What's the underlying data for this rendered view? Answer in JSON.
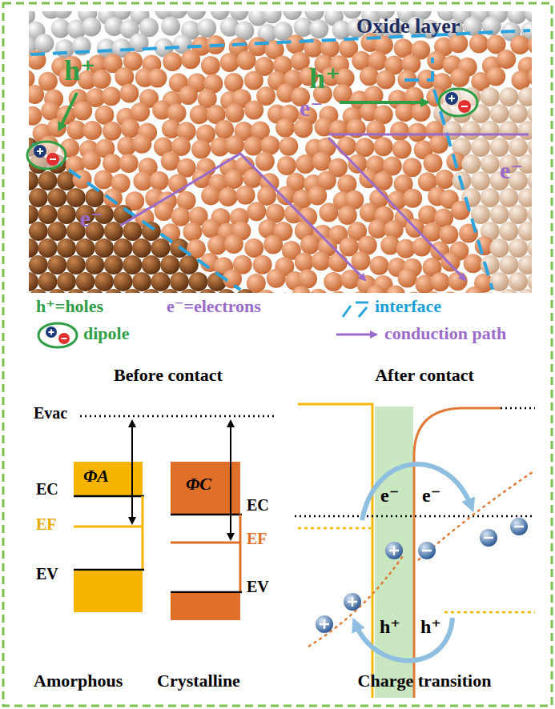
{
  "diagram": {
    "labels": [
      "Oxide layer",
      "h⁺",
      "h⁺",
      "e⁻",
      "e⁻",
      "e⁻",
      "Before contact",
      "After contact",
      "Evac",
      "ΦA",
      "ΦC",
      "EC",
      "EF",
      "EV",
      "EC",
      "EF",
      "EV",
      "e⁻",
      "e⁻",
      "h⁺",
      "h⁺",
      "Amorphous",
      "Crystalline",
      "Charge transition"
    ],
    "legend": [
      {
        "text": "h⁺=holes"
      },
      {
        "text": "e⁻=electrons"
      },
      {
        "text": "interface"
      },
      {
        "text": "dipole"
      },
      {
        "text": "conduction path"
      }
    ]
  }
}
